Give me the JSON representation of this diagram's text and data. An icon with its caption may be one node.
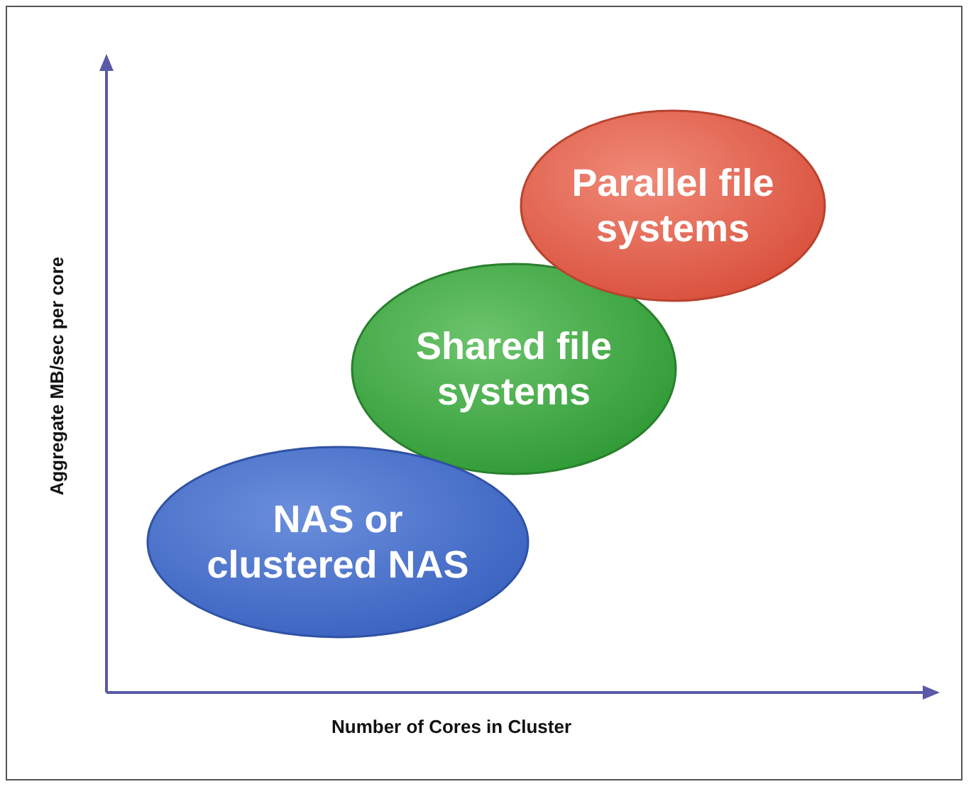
{
  "diagram": {
    "nodes": [
      {
        "text": [
          "Parallel file systems"
        ]
      },
      {
        "text": [
          "Shared file systems"
        ]
      },
      {
        "text": [
          "NAS or clustered NAS"
        ]
      }
    ],
    "labels": [
      "Aggregate MB/sec per core",
      "Number of Cores in Cluster"
    ]
  }
}
